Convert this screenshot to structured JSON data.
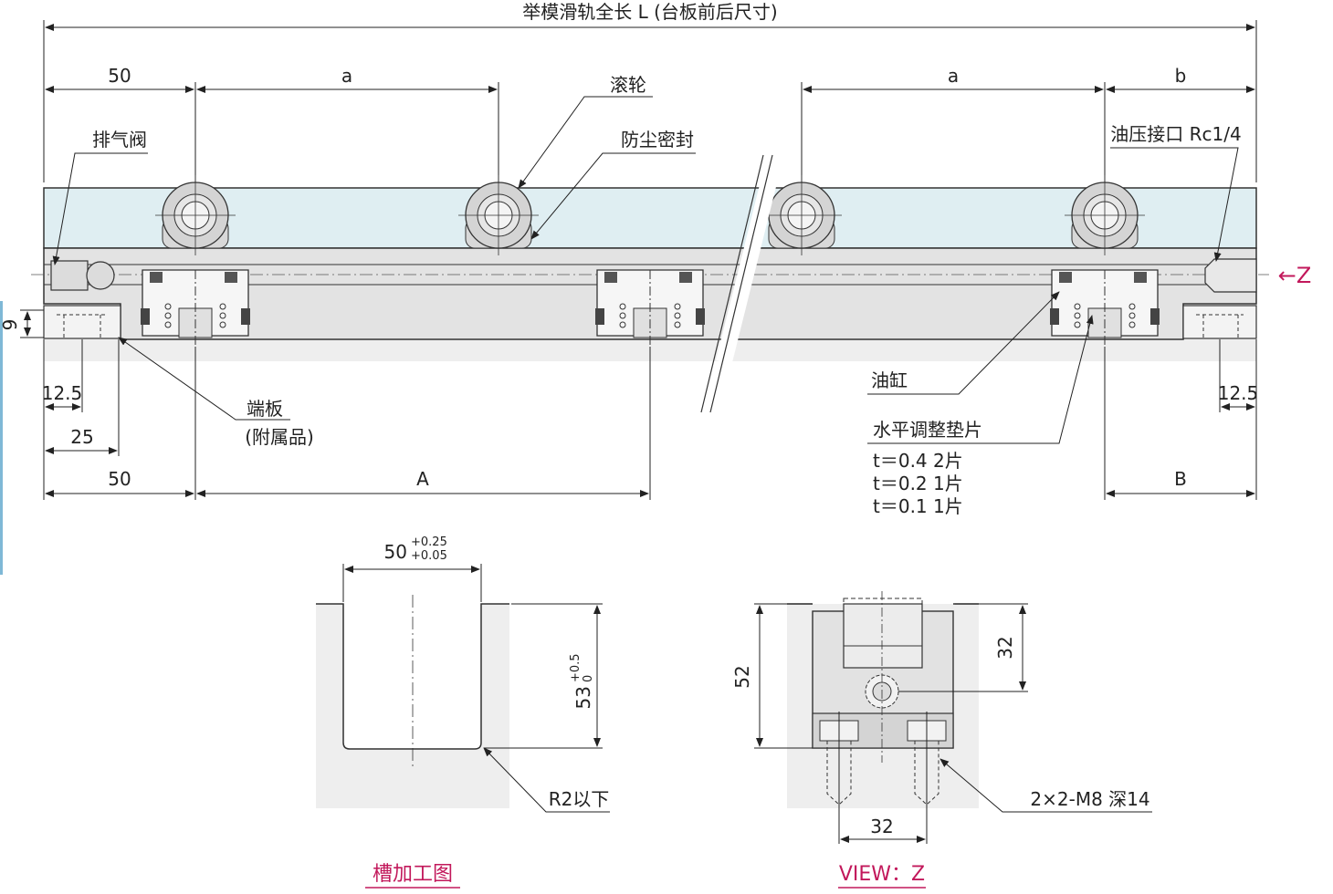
{
  "title": "举模滑轨全长 L (台板前后尺寸)",
  "dims": {
    "left_50_top": "50",
    "a_left": "a",
    "a_right": "a",
    "b_right": "b",
    "h9": "9",
    "d12_5_left": "12.5",
    "d25": "25",
    "d50_bottom": "50",
    "dA": "A",
    "dB": "B",
    "d12_5_right": "12.5",
    "slot_width": "50",
    "slot_width_tol_upper": "+0.25",
    "slot_width_tol_lower": "+0.05",
    "slot_depth": "53",
    "slot_depth_tol_upper": "+0.5",
    "slot_depth_tol_lower": "0",
    "view_h52": "52",
    "view_h32": "32",
    "view_w32": "32"
  },
  "labels": {
    "roller": "滚轮",
    "dust_seal": "防尘密封",
    "vent_valve": "排气阀",
    "oil_port": "油压接口 Rc1/4",
    "z_arrow": "←Z",
    "end_plate": "端板",
    "accessory": "(附属品)",
    "cylinder": "油缸",
    "shim": "水平调整垫片",
    "shim_1": "t＝0.4  2片",
    "shim_2": "t＝0.2  1片",
    "shim_3": "t＝0.1  1片",
    "r2": "R2以下",
    "thread": "2×2-M8 深14"
  },
  "captions": {
    "slot": "槽加工图",
    "view": "VIEW：Z"
  },
  "colors": {
    "rail_top": "#dfeef2",
    "rail_body": "#e3e3e3",
    "shadow": "#eeeeee",
    "caption": "#c2185b",
    "accent_bar": "#7fb8d6"
  }
}
